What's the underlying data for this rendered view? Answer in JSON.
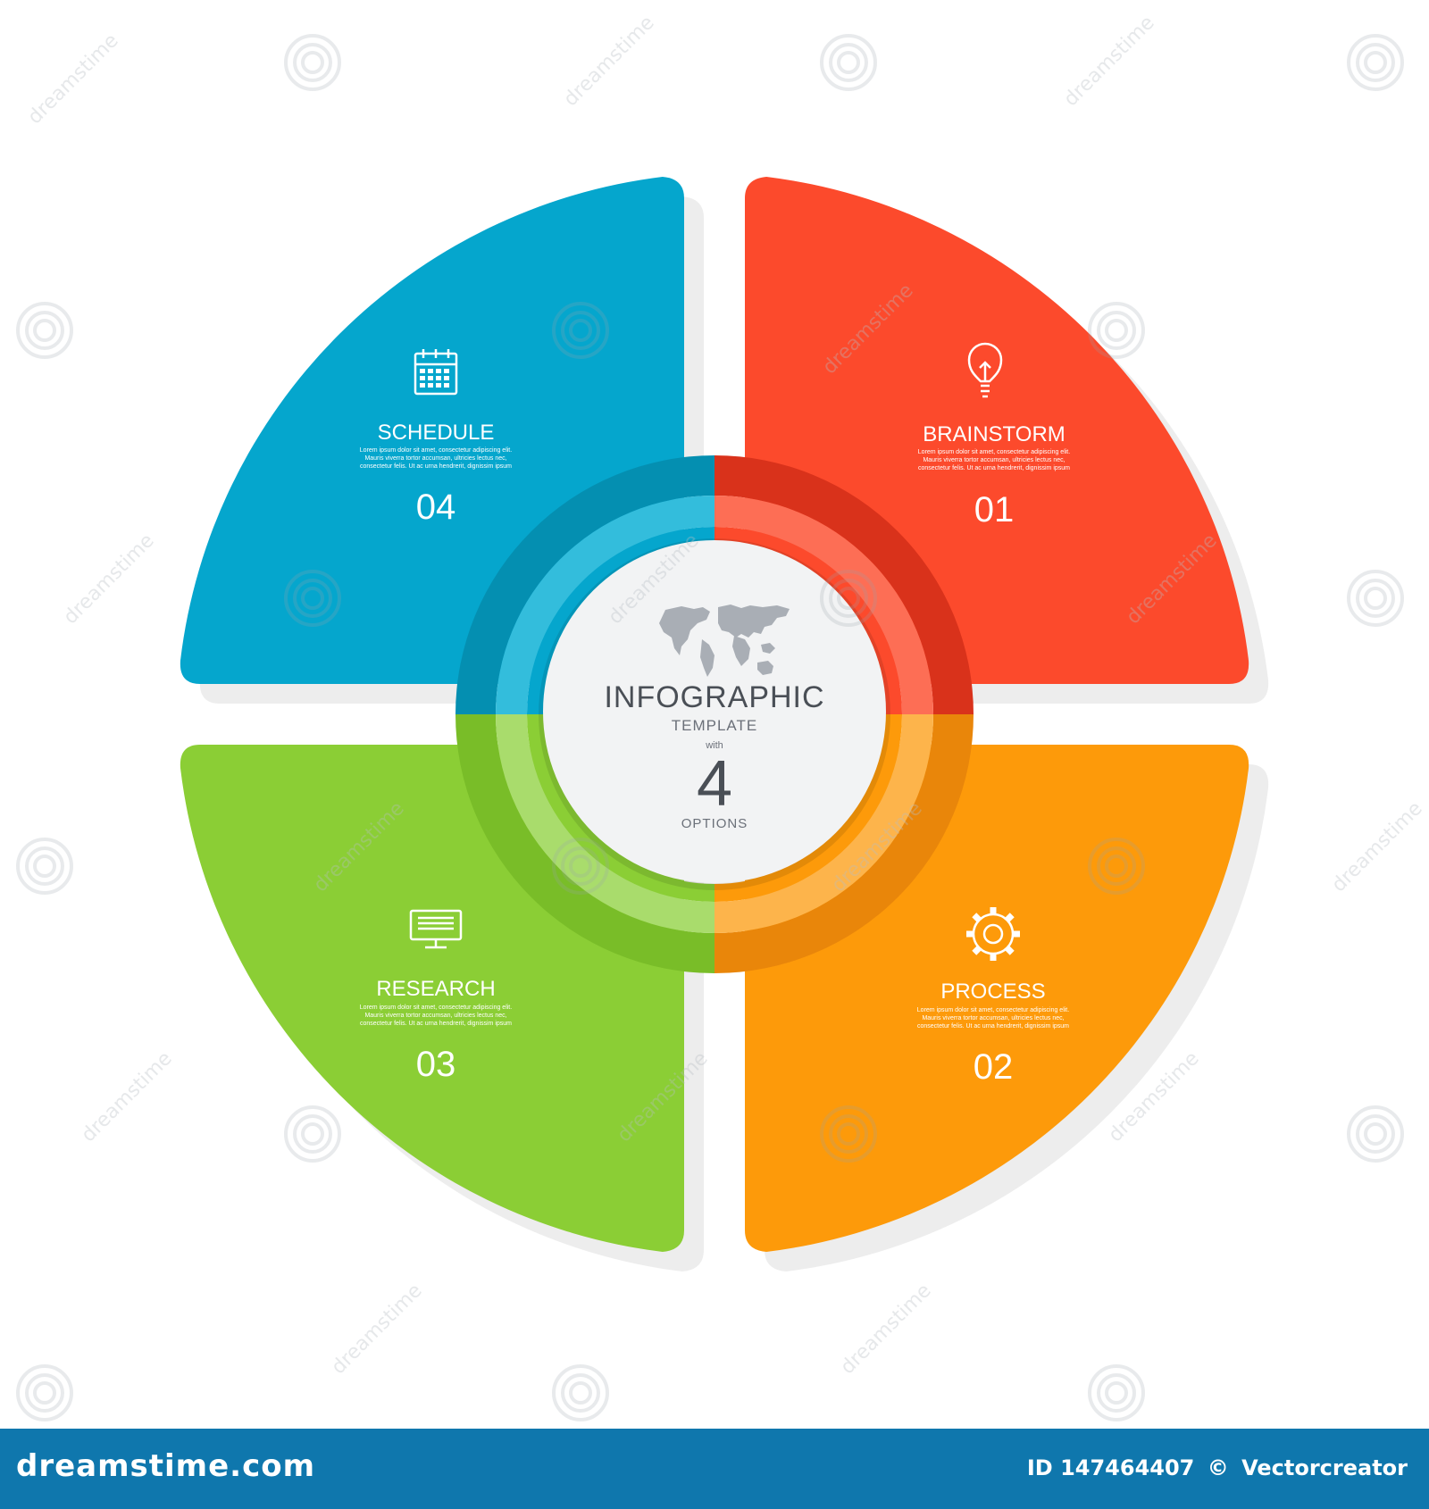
{
  "colors": {
    "blue": "#05a6cd",
    "blue_dark": "#048fb1",
    "blue_ring": "#33bddc",
    "red": "#fc4a2c",
    "red_dark": "#d9321b",
    "red_ring": "#fd6e55",
    "green": "#8bce35",
    "green_dark": "#79bd28",
    "green_ring": "#a9dc6c",
    "orange": "#fd9a0a",
    "orange_dark": "#e9860a",
    "orange_ring": "#fdb44b",
    "center_fill": "#f2f3f4",
    "center_text": "#4a4f56",
    "footer": "#0f77ad"
  },
  "center": {
    "title": "INFOGRAPHIC",
    "subtitle": "TEMPLATE",
    "with": "with",
    "number": "4",
    "options": "OPTIONS",
    "icon": "world-map-icon"
  },
  "segments": [
    {
      "key": "brainstorm",
      "title": "BRAINSTORM",
      "number": "01",
      "icon": "lightbulb-icon",
      "body": [
        "Lorem ipsum dolor sit amet, consectetur adipiscing elit.",
        "Mauris viverra tortor accumsan, ultricies lectus nec,",
        "consectetur felis. Ut ac urna hendrerit, dignissim ipsum"
      ]
    },
    {
      "key": "process",
      "title": "PROCESS",
      "number": "02",
      "icon": "gear-icon",
      "body": [
        "Lorem ipsum dolor sit amet, consectetur adipiscing elit.",
        "Mauris viverra tortor accumsan, ultricies lectus nec,",
        "consectetur felis. Ut ac urna hendrerit, dignissim ipsum"
      ]
    },
    {
      "key": "research",
      "title": "RESEARCH",
      "number": "03",
      "icon": "monitor-icon",
      "body": [
        "Lorem ipsum dolor sit amet, consectetur adipiscing elit.",
        "Mauris viverra tortor accumsan, ultricies lectus nec,",
        "consectetur felis. Ut ac urna hendrerit, dignissim ipsum"
      ]
    },
    {
      "key": "schedule",
      "title": "SCHEDULE",
      "number": "04",
      "icon": "calendar-icon",
      "body": [
        "Lorem ipsum dolor sit amet, consectetur adipiscing elit.",
        "Mauris viverra tortor accumsan, ultricies lectus nec,",
        "consectetur felis. Ut ac urna hendrerit, dignissim ipsum"
      ]
    }
  ],
  "watermark": {
    "text": "dreamstime",
    "icon": "dreamstime-swirl-icon"
  },
  "footer": {
    "brand": "dreamstime.com",
    "id_label": "ID 147464407",
    "copyright": "©",
    "author": "Vectorcreator"
  }
}
